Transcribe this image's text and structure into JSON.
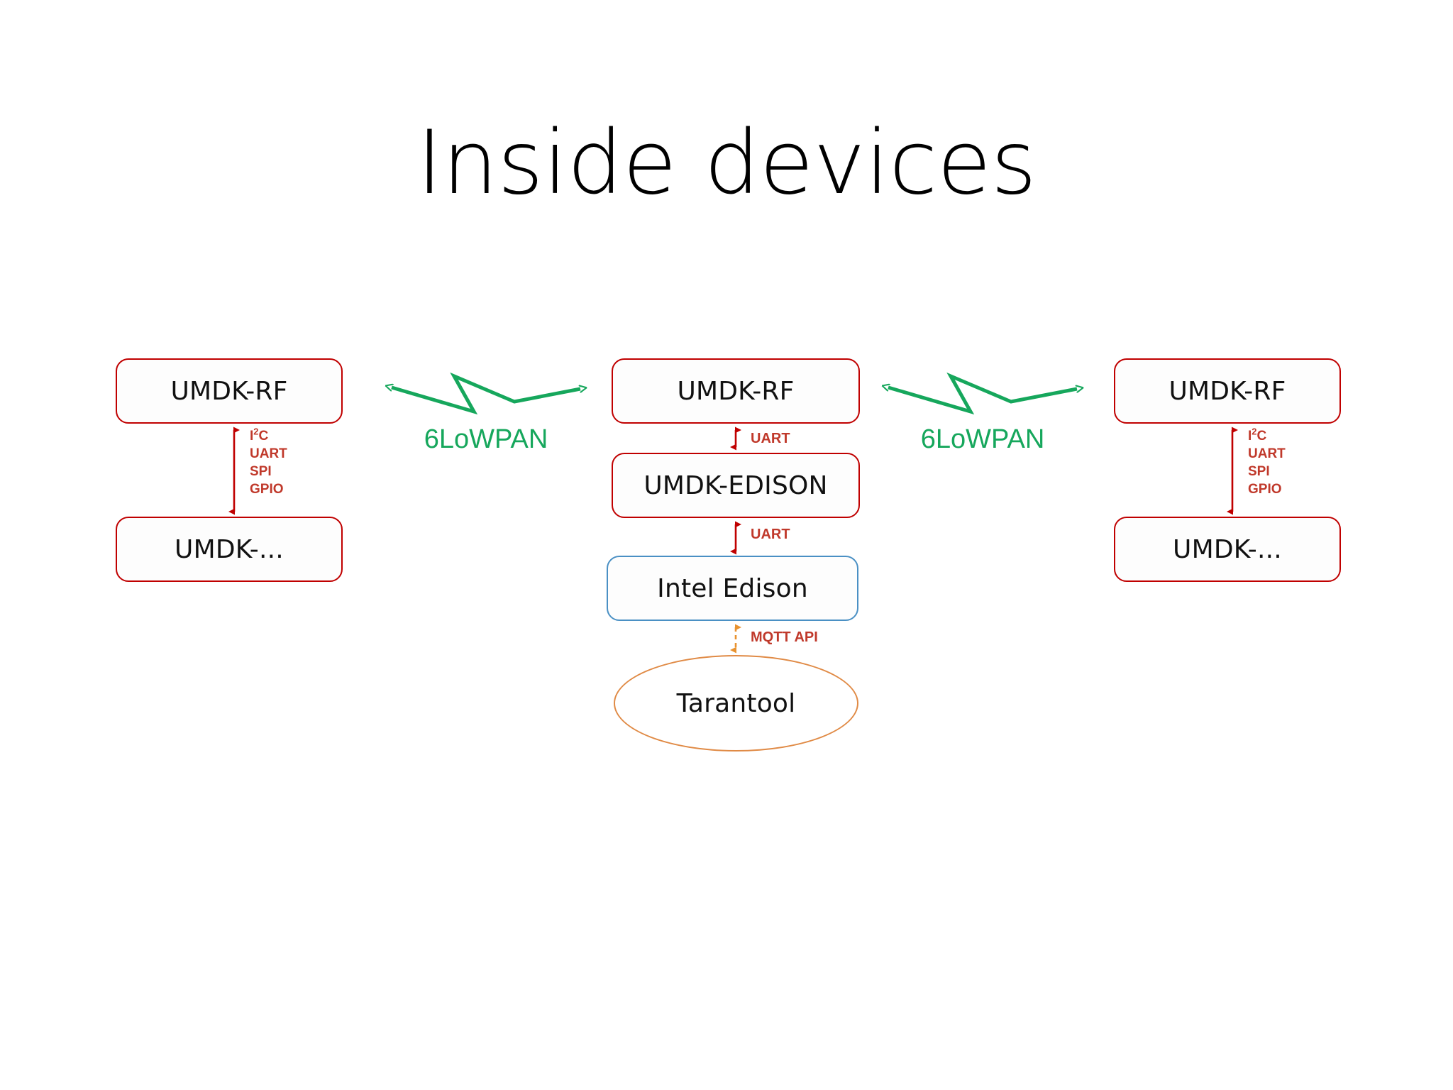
{
  "slide": {
    "title": "Inside devices",
    "background": "#FFFFFF"
  },
  "colors": {
    "box_border_red": "#C00000",
    "box_border_blue": "#4A90C4",
    "ellipse_border_orange": "#E08A45",
    "bus_arrow_red": "#C00000",
    "bus_label_red": "#C0392B",
    "wireless_green": "#16A75C",
    "mqtt_arrow_orange": "#E8922F",
    "node_text": "#111111"
  },
  "columns": [
    {
      "id": "left-device",
      "nodes": [
        {
          "id": "left-umdk-rf",
          "label": "UMDK-RF",
          "shape": "rounded-rect",
          "border": "red"
        },
        {
          "id": "left-umdk-other",
          "label": "UMDK-...",
          "shape": "rounded-rect",
          "border": "red"
        }
      ],
      "bus": {
        "id": "left-bus",
        "protocols": [
          "I²C",
          "UART",
          "SPI",
          "GPIO"
        ],
        "direction": "bidirectional",
        "style": "solid",
        "color": "#C00000"
      }
    },
    {
      "id": "center-gateway",
      "nodes": [
        {
          "id": "center-umdk-rf",
          "label": "UMDK-RF",
          "shape": "rounded-rect",
          "border": "red"
        },
        {
          "id": "center-umdk-edison",
          "label": "UMDK-EDISON",
          "shape": "rounded-rect",
          "border": "red"
        },
        {
          "id": "center-intel-edison",
          "label": "Intel Edison",
          "shape": "rounded-rect",
          "border": "blue"
        },
        {
          "id": "center-tarantool",
          "label": "Tarantool",
          "shape": "ellipse",
          "border": "orange"
        }
      ],
      "buses": [
        {
          "id": "center-bus-1",
          "protocols": [
            "UART"
          ],
          "direction": "bidirectional",
          "style": "solid",
          "color": "#C00000"
        },
        {
          "id": "center-bus-2",
          "protocols": [
            "UART"
          ],
          "direction": "bidirectional",
          "style": "solid",
          "color": "#C00000"
        },
        {
          "id": "center-bus-3",
          "protocols": [
            "MQTT API"
          ],
          "direction": "bidirectional",
          "style": "dashed",
          "color": "#E8922F"
        }
      ]
    },
    {
      "id": "right-device",
      "nodes": [
        {
          "id": "right-umdk-rf",
          "label": "UMDK-RF",
          "shape": "rounded-rect",
          "border": "red"
        },
        {
          "id": "right-umdk-other",
          "label": "UMDK-...",
          "shape": "rounded-rect",
          "border": "red"
        }
      ],
      "bus": {
        "id": "right-bus",
        "protocols": [
          "I²C",
          "UART",
          "SPI",
          "GPIO"
        ],
        "direction": "bidirectional",
        "style": "solid",
        "color": "#C00000"
      }
    }
  ],
  "wireless_links": [
    {
      "id": "link-left-center",
      "label": "6LoWPAN",
      "style": "lightning-bolt",
      "direction": "bidirectional",
      "color": "#16A75C"
    },
    {
      "id": "link-center-right",
      "label": "6LoWPAN",
      "style": "lightning-bolt",
      "direction": "bidirectional",
      "color": "#16A75C"
    }
  ],
  "bus_protocol_lines": {
    "left": {
      "l0": "I",
      "l0sup": "2",
      "l0rest": "C",
      "l1": "UART",
      "l2": "SPI",
      "l3": "GPIO"
    },
    "right": {
      "l0": "I",
      "l0sup": "2",
      "l0rest": "C",
      "l1": "UART",
      "l2": "SPI",
      "l3": "GPIO"
    },
    "center_top": "UART",
    "center_mid": "UART",
    "center_bottom": "MQTT API"
  }
}
